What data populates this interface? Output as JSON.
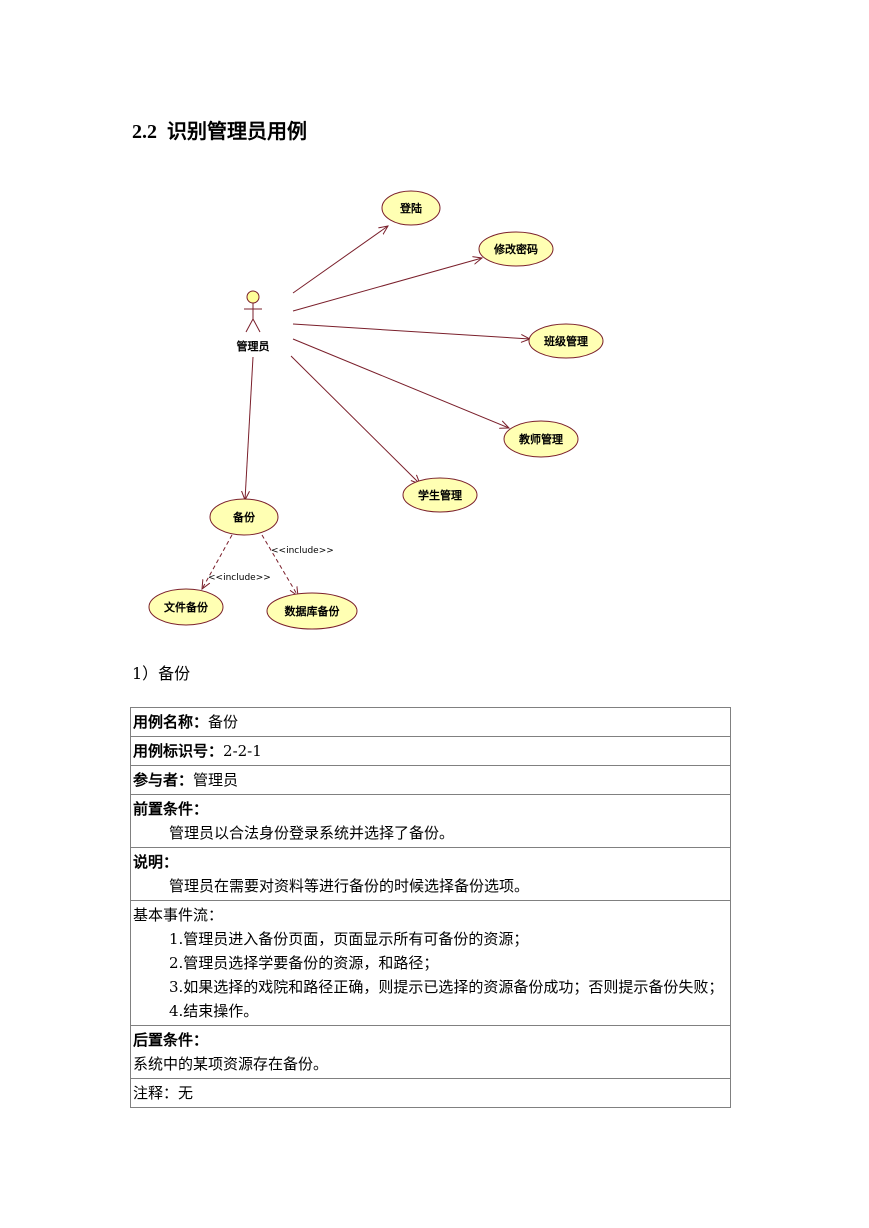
{
  "section": {
    "number": "2.2",
    "title": "识别管理员用例"
  },
  "diagram": {
    "actor": "管理员",
    "use_cases": {
      "login": "登陆",
      "change_password": "修改密码",
      "class_mgmt": "班级管理",
      "teacher_mgmt": "教师管理",
      "student_mgmt": "学生管理",
      "backup": "备份",
      "file_backup": "文件备份",
      "db_backup": "数据库备份"
    },
    "include_label": "<<include>>"
  },
  "subsection": "1）备份",
  "table": {
    "name_label": "用例名称",
    "name_value": "备份",
    "id_label": "用例标识号",
    "id_value": "2-2-1",
    "actor_label": "参与者",
    "actor_value": "管理员",
    "pre_label": "前置条件：",
    "pre_text": "管理员以合法身份登录系统并选择了备份。",
    "desc_label": "说明：",
    "desc_text": "管理员在需要对资料等进行备份的时候选择备份选项。",
    "flow_label": "基本事件流：",
    "flow_steps": [
      "1.管理员进入备份页面，页面显示所有可备份的资源；",
      "2.管理员选择学要备份的资源，和路径；",
      "3.如果选择的戏院和路径正确，则提示已选择的资源备份成功；否则提示备份失败；",
      "4.结束操作。"
    ],
    "post_label": "后置条件：",
    "post_text": "系统中的某项资源存在备份。",
    "note_text": "注释：无"
  }
}
